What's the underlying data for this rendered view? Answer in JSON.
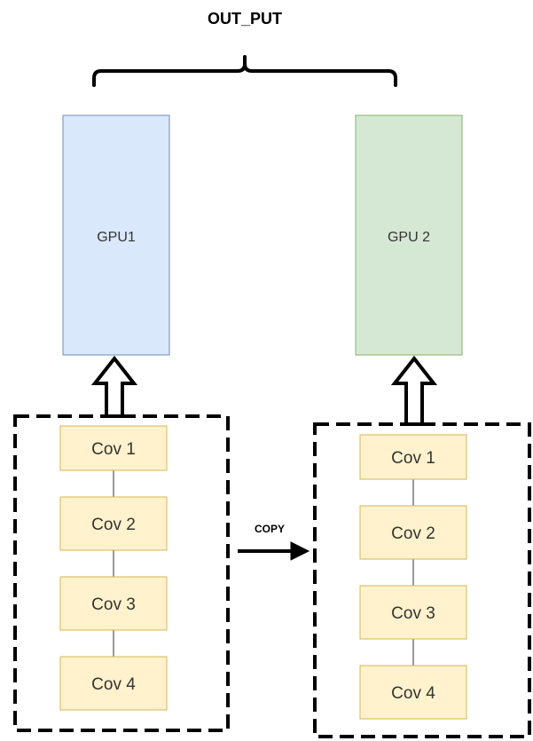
{
  "title": "OUT_PUT",
  "gpus": [
    {
      "label": "GPU1",
      "fill": "#dae8fc",
      "stroke": "#6c8ebf"
    },
    {
      "label": "GPU 2",
      "fill": "#d5e8d4",
      "stroke": "#82b366"
    }
  ],
  "left_stack": {
    "layers": [
      "Cov 1",
      "Cov 2",
      "Cov 3",
      "Cov 4"
    ]
  },
  "right_stack": {
    "layers": [
      "Cov 1",
      "Cov 2",
      "Cov 3",
      "Cov 4"
    ]
  },
  "copy_label": "COPY",
  "colors": {
    "layer_fill": "#fff2cc",
    "layer_stroke": "#d6b656",
    "connector": "#333333",
    "outline": "#000000"
  }
}
